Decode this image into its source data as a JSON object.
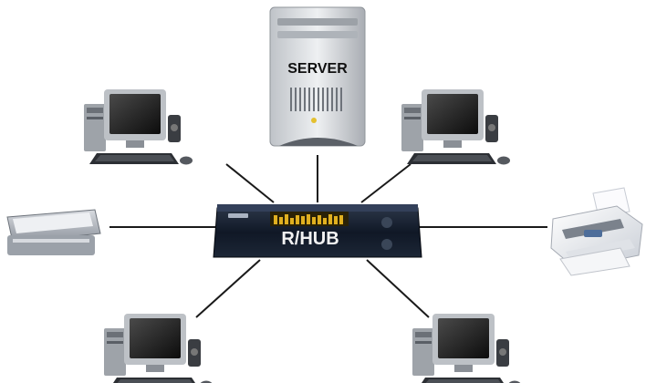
{
  "diagram": {
    "type": "star-network",
    "nodes": [
      {
        "id": "server",
        "label": "SERVER",
        "icon": "server-tower-icon"
      },
      {
        "id": "hub",
        "label": "R/HUB",
        "icon": "hub-router-icon"
      },
      {
        "id": "pc-top-left",
        "icon": "desktop-computer-icon"
      },
      {
        "id": "pc-top-right",
        "icon": "desktop-computer-icon"
      },
      {
        "id": "scanner",
        "icon": "scanner-icon"
      },
      {
        "id": "printer",
        "icon": "printer-icon"
      },
      {
        "id": "pc-bottom-left",
        "icon": "desktop-computer-icon"
      },
      {
        "id": "pc-bottom-right",
        "icon": "desktop-computer-icon"
      }
    ],
    "edges": [
      [
        "hub",
        "server"
      ],
      [
        "hub",
        "pc-top-left"
      ],
      [
        "hub",
        "pc-top-right"
      ],
      [
        "hub",
        "scanner"
      ],
      [
        "hub",
        "printer"
      ],
      [
        "hub",
        "pc-bottom-left"
      ],
      [
        "hub",
        "pc-bottom-right"
      ]
    ],
    "colors": {
      "link": "#1a1a1a",
      "hub_body": "#0f1a2a",
      "hub_display": "#e0b020"
    }
  }
}
